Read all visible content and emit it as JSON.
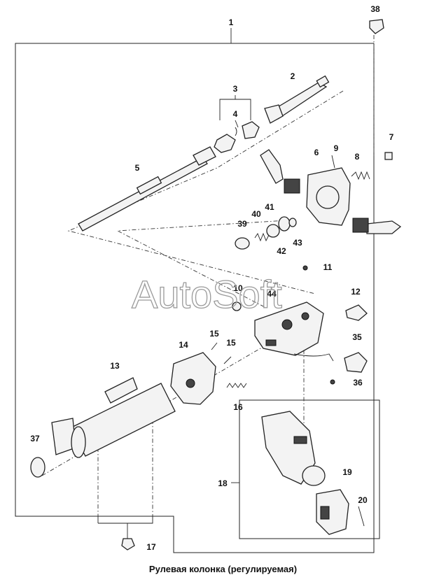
{
  "caption": "Рулевая колонка (регулируемая)",
  "watermark": "AutoSoft",
  "callouts": {
    "c1": "1",
    "c2": "2",
    "c3": "3",
    "c4": "4",
    "c5": "5",
    "c6": "6",
    "c7": "7",
    "c8": "8",
    "c9": "9",
    "c10": "10",
    "c11": "11",
    "c12": "12",
    "c13": "13",
    "c14": "14",
    "c15a": "15",
    "c15b": "15",
    "c16": "16",
    "c17": "17",
    "c18": "18",
    "c19": "19",
    "c20": "20",
    "c35": "35",
    "c36": "36",
    "c37": "37",
    "c38": "38",
    "c39": "39",
    "c40": "40",
    "c41": "41",
    "c42": "42",
    "c43": "43",
    "c44": "44"
  }
}
